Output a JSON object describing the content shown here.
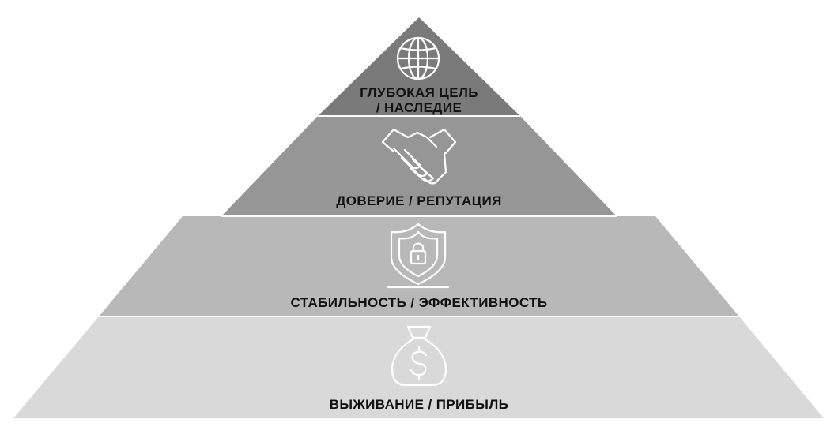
{
  "pyramid": {
    "tiers": [
      {
        "level": 4,
        "label_line1": "ГЛУБОКАЯ ЦЕЛЬ",
        "label_line2": "/ НАСЛЕДИЕ",
        "icon": "globe-icon",
        "color": "#7a7a7a"
      },
      {
        "level": 3,
        "label": "ДОВЕРИЕ / РЕПУТАЦИЯ",
        "icon": "handshake-icon",
        "color": "#969696"
      },
      {
        "level": 2,
        "label": "СТАБИЛЬНОСТЬ / ЭФФЕКТИВНОСТЬ",
        "icon": "shield-lock-icon",
        "color": "#b8b8b8"
      },
      {
        "level": 1,
        "label": "ВЫЖИВАНИЕ / ПРИБЫЛЬ",
        "icon": "money-bag-icon",
        "color": "#d9d9d9"
      }
    ]
  }
}
